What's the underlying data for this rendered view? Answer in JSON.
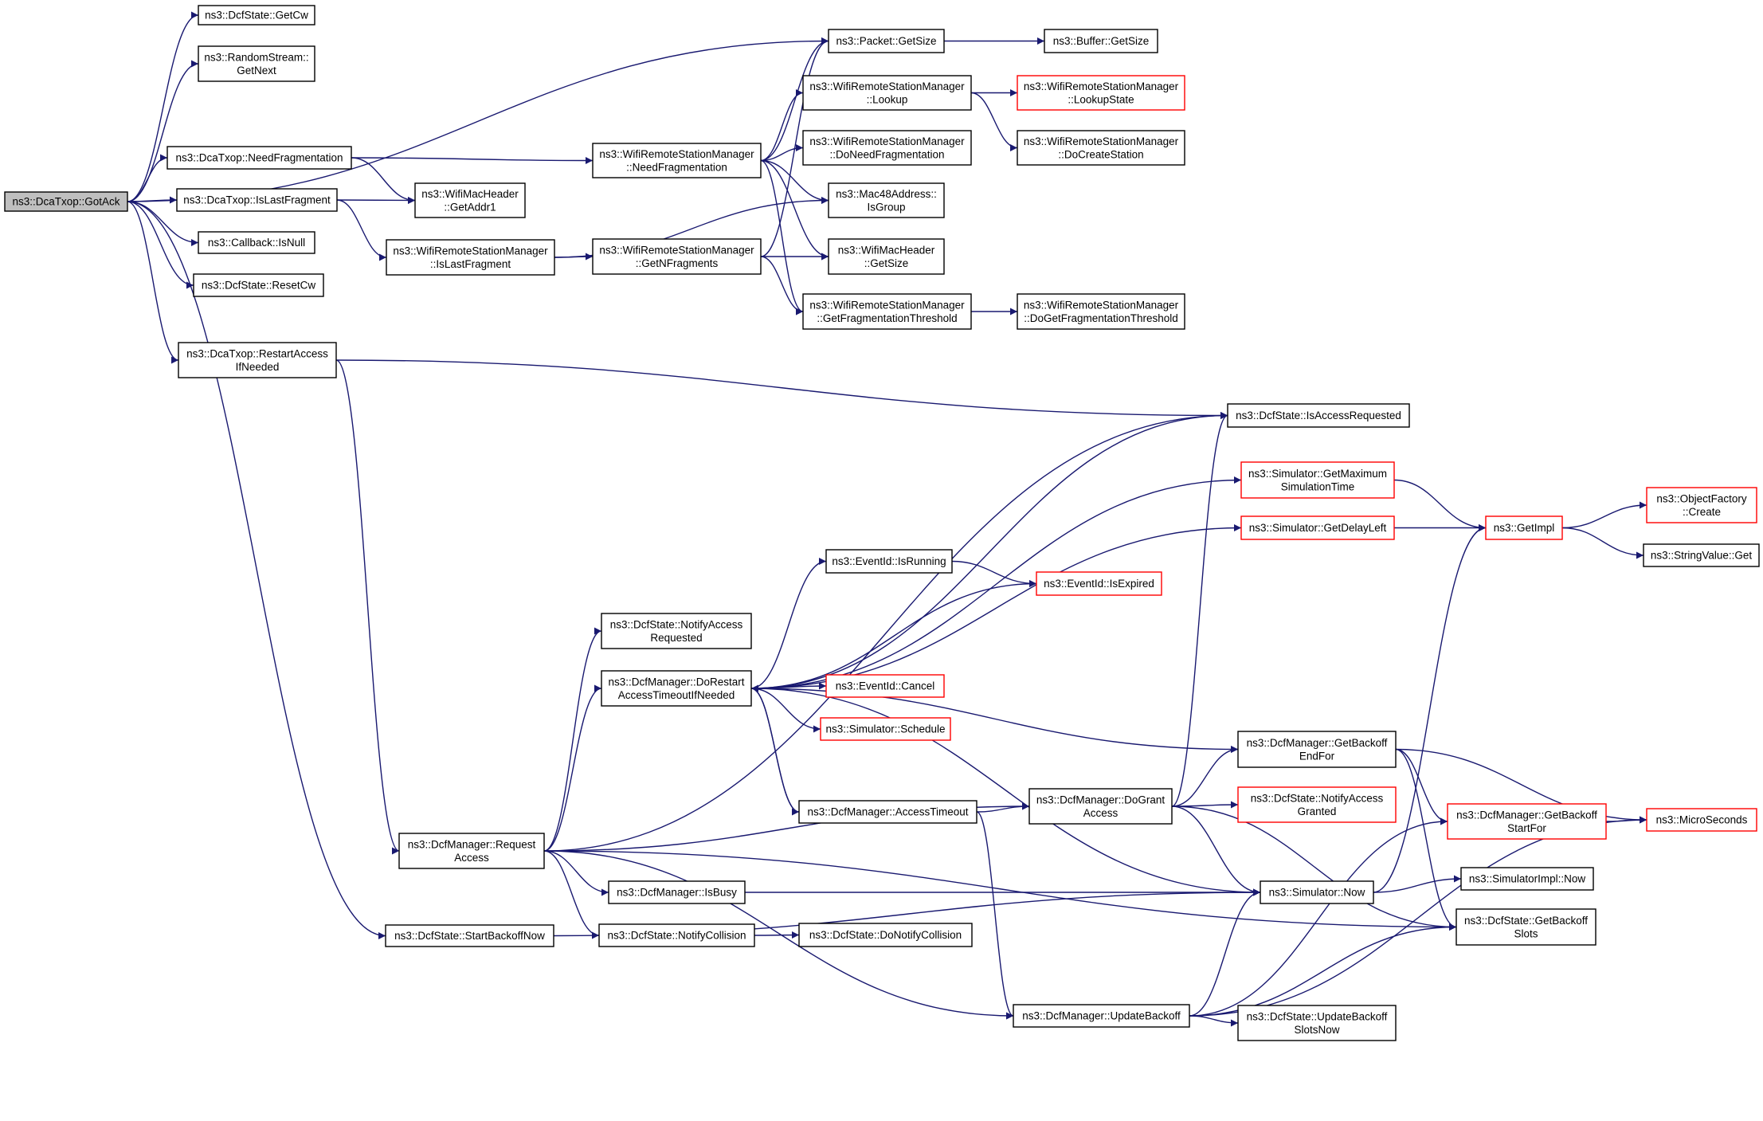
{
  "diagram": {
    "type": "call-graph",
    "colors": {
      "edge": "#191970",
      "box_border": "#000000",
      "box_border_external": "#ff0000",
      "root_fill": "#bfbfbf"
    },
    "nodes": {
      "gotack": [
        "ns3::DcaTxop::GotAck"
      ],
      "getcw": [
        "ns3::DcfState::GetCw"
      ],
      "randomstream": [
        "ns3::RandomStream::",
        "GetNext"
      ],
      "needfrag": [
        "ns3::DcaTxop::NeedFragmentation"
      ],
      "islastfrag": [
        "ns3::DcaTxop::IsLastFragment"
      ],
      "callbackisnull": [
        "ns3::Callback::IsNull"
      ],
      "resetcw": [
        "ns3::DcfState::ResetCw"
      ],
      "restartaccess": [
        "ns3::DcaTxop::RestartAccess",
        "IfNeeded"
      ],
      "startbackoff": [
        "ns3::DcfState::StartBackoffNow"
      ],
      "getaddr1": [
        "ns3::WifiMacHeader",
        "::GetAddr1"
      ],
      "wrsm_islast": [
        "ns3::WifiRemoteStationManager",
        "::IsLastFragment"
      ],
      "wrsm_needfrag": [
        "ns3::WifiRemoteStationManager",
        "::NeedFragmentation"
      ],
      "wrsm_getnfrag": [
        "ns3::WifiRemoteStationManager",
        "::GetNFragments"
      ],
      "packetgetsize": [
        "ns3::Packet::GetSize"
      ],
      "buffergetsize": [
        "ns3::Buffer::GetSize"
      ],
      "lookup": [
        "ns3::WifiRemoteStationManager",
        "::Lookup"
      ],
      "lookupstate": [
        "ns3::WifiRemoteStationManager",
        "::LookupState"
      ],
      "doneedfrag": [
        "ns3::WifiRemoteStationManager",
        "::DoNeedFragmentation"
      ],
      "docreatestation": [
        "ns3::WifiRemoteStationManager",
        "::DoCreateStation"
      ],
      "isgroup": [
        "ns3::Mac48Address::",
        "IsGroup"
      ],
      "machdrgetsize": [
        "ns3::WifiMacHeader",
        "::GetSize"
      ],
      "getfragthr": [
        "ns3::WifiRemoteStationManager",
        "::GetFragmentationThreshold"
      ],
      "dogetfragthr": [
        "ns3::WifiRemoteStationManager",
        "::DoGetFragmentationThreshold"
      ],
      "isaccessreq": [
        "ns3::DcfState::IsAccessRequested"
      ],
      "getmaxsimtime": [
        "ns3::Simulator::GetMaximum",
        "SimulationTime"
      ],
      "getdelayleft": [
        "ns3::Simulator::GetDelayLeft"
      ],
      "getimpl": [
        "ns3::GetImpl"
      ],
      "objfactory": [
        "ns3::ObjectFactory",
        "::Create"
      ],
      "stringvalue": [
        "ns3::StringValue::Get"
      ],
      "eventisrunning": [
        "ns3::EventId::IsRunning"
      ],
      "eventisexpired": [
        "ns3::EventId::IsExpired"
      ],
      "notifyaccessreq": [
        "ns3::DcfState::NotifyAccess",
        "Requested"
      ],
      "dorestart": [
        "ns3::DcfManager::DoRestart",
        "AccessTimeoutIfNeeded"
      ],
      "eventcancel": [
        "ns3::EventId::Cancel"
      ],
      "schedule": [
        "ns3::Simulator::Schedule"
      ],
      "getbackoffend": [
        "ns3::DcfManager::GetBackoff",
        "EndFor"
      ],
      "accesstimeout": [
        "ns3::DcfManager::AccessTimeout"
      ],
      "dogrant": [
        "ns3::DcfManager::DoGrant",
        "Access"
      ],
      "notifyaccessgranted": [
        "ns3::DcfState::NotifyAccess",
        "Granted"
      ],
      "getbackoffstart": [
        "ns3::DcfManager::GetBackoff",
        "StartFor"
      ],
      "microseconds": [
        "ns3::MicroSeconds"
      ],
      "requestaccess": [
        "ns3::DcfManager::Request",
        "Access"
      ],
      "isbusy": [
        "ns3::DcfManager::IsBusy"
      ],
      "simnow": [
        "ns3::Simulator::Now"
      ],
      "simimplnow": [
        "ns3::SimulatorImpl::Now"
      ],
      "getbackoffslots": [
        "ns3::DcfState::GetBackoff",
        "Slots"
      ],
      "notifycollision": [
        "ns3::DcfState::NotifyCollision"
      ],
      "donotifycollision": [
        "ns3::DcfState::DoNotifyCollision"
      ],
      "updatebackoff": [
        "ns3::DcfManager::UpdateBackoff"
      ],
      "updatebackoffslots": [
        "ns3::DcfState::UpdateBackoff",
        "SlotsNow"
      ]
    },
    "edges": [
      [
        "gotack",
        "getcw"
      ],
      [
        "gotack",
        "randomstream"
      ],
      [
        "gotack",
        "packetgetsize"
      ],
      [
        "gotack",
        "needfrag"
      ],
      [
        "gotack",
        "islastfrag"
      ],
      [
        "gotack",
        "callbackisnull"
      ],
      [
        "gotack",
        "resetcw"
      ],
      [
        "gotack",
        "restartaccess"
      ],
      [
        "gotack",
        "startbackoff"
      ],
      [
        "needfrag",
        "wrsm_needfrag"
      ],
      [
        "needfrag",
        "getaddr1"
      ],
      [
        "islastfrag",
        "getaddr1"
      ],
      [
        "islastfrag",
        "wrsm_islast"
      ],
      [
        "wrsm_islast",
        "isgroup"
      ],
      [
        "wrsm_islast",
        "wrsm_getnfrag"
      ],
      [
        "wrsm_needfrag",
        "packetgetsize"
      ],
      [
        "wrsm_needfrag",
        "lookup"
      ],
      [
        "wrsm_needfrag",
        "doneedfrag"
      ],
      [
        "wrsm_needfrag",
        "isgroup"
      ],
      [
        "wrsm_needfrag",
        "machdrgetsize"
      ],
      [
        "wrsm_needfrag",
        "getfragthr"
      ],
      [
        "wrsm_getnfrag",
        "packetgetsize"
      ],
      [
        "wrsm_getnfrag",
        "machdrgetsize"
      ],
      [
        "wrsm_getnfrag",
        "getfragthr"
      ],
      [
        "packetgetsize",
        "buffergetsize"
      ],
      [
        "lookup",
        "lookupstate"
      ],
      [
        "lookup",
        "docreatestation"
      ],
      [
        "getfragthr",
        "dogetfragthr"
      ],
      [
        "restartaccess",
        "isaccessreq"
      ],
      [
        "restartaccess",
        "requestaccess"
      ],
      [
        "requestaccess",
        "isaccessreq"
      ],
      [
        "requestaccess",
        "notifyaccessreq"
      ],
      [
        "requestaccess",
        "dorestart"
      ],
      [
        "requestaccess",
        "dogrant"
      ],
      [
        "requestaccess",
        "isbusy"
      ],
      [
        "requestaccess",
        "notifycollision"
      ],
      [
        "requestaccess",
        "updatebackoff"
      ],
      [
        "requestaccess",
        "getbackoffslots"
      ],
      [
        "dorestart",
        "isaccessreq"
      ],
      [
        "dorestart",
        "getmaxsimtime"
      ],
      [
        "dorestart",
        "getdelayleft"
      ],
      [
        "dorestart",
        "eventisrunning"
      ],
      [
        "dorestart",
        "eventisexpired"
      ],
      [
        "dorestart",
        "eventcancel"
      ],
      [
        "dorestart",
        "schedule"
      ],
      [
        "dorestart",
        "simnow"
      ],
      [
        "dorestart",
        "getbackoffend"
      ],
      [
        "dorestart",
        "accesstimeout"
      ],
      [
        "getmaxsimtime",
        "getimpl"
      ],
      [
        "getdelayleft",
        "getimpl"
      ],
      [
        "getimpl",
        "objfactory"
      ],
      [
        "getimpl",
        "stringvalue"
      ],
      [
        "eventisrunning",
        "eventisexpired"
      ],
      [
        "accesstimeout",
        "dogrant"
      ],
      [
        "accesstimeout",
        "dorestart"
      ],
      [
        "accesstimeout",
        "updatebackoff"
      ],
      [
        "dogrant",
        "getbackoffend"
      ],
      [
        "dogrant",
        "notifyaccessgranted"
      ],
      [
        "dogrant",
        "isaccessreq"
      ],
      [
        "dogrant",
        "simnow"
      ],
      [
        "dogrant",
        "getbackoffslots"
      ],
      [
        "getbackoffend",
        "getbackoffstart"
      ],
      [
        "getbackoffend",
        "microseconds"
      ],
      [
        "getbackoffend",
        "getbackoffslots"
      ],
      [
        "getbackoffstart",
        "microseconds"
      ],
      [
        "isbusy",
        "simnow"
      ],
      [
        "simnow",
        "getimpl"
      ],
      [
        "simnow",
        "simimplnow"
      ],
      [
        "notifycollision",
        "donotifycollision"
      ],
      [
        "startbackoff",
        "simnow"
      ],
      [
        "updatebackoff",
        "updatebackoffslots"
      ],
      [
        "updatebackoff",
        "simnow"
      ],
      [
        "updatebackoff",
        "getbackoffstart"
      ],
      [
        "updatebackoff",
        "getbackoffslots"
      ],
      [
        "updatebackoff",
        "microseconds"
      ]
    ]
  }
}
